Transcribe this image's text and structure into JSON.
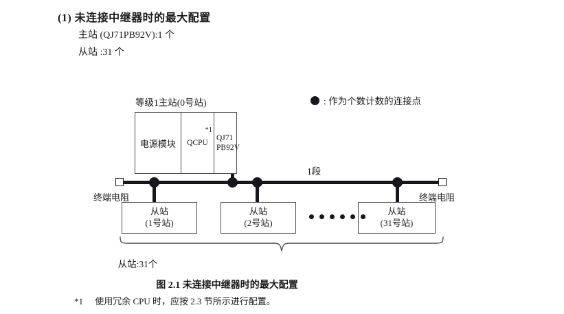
{
  "heading": {
    "title": "(1) 未连接中继器时的最大配置",
    "master_line": "主站 (QJ71PB92V):1 个",
    "slave_line": "从站 :31 个"
  },
  "legend": {
    "symbol": "filled-circle",
    "text": ": 作为个数计数的连接点"
  },
  "diagram": {
    "master": {
      "caption": "等级1主站(0号站)",
      "cells": [
        {
          "label": "电源模块"
        },
        {
          "label": "QCPU",
          "footnote_mark": "*1"
        },
        {
          "label": "QJ71\nPB92V"
        }
      ]
    },
    "bus": {
      "segment_label": "1段",
      "terminator_left_label": "终端电阻",
      "terminator_right_label": "终端电阻",
      "connection_dots": 4
    },
    "slaves": [
      {
        "name": "从站",
        "station": "(1号站)"
      },
      {
        "name": "从站",
        "station": "(2号站)"
      },
      {
        "name": "从站",
        "station": "(31号站)"
      }
    ],
    "ellipsis_count": 6,
    "slave_total": "从站:31个"
  },
  "caption": "图 2.1  未连接中继器时的最大配置",
  "footnote": {
    "mark": "*1",
    "text": "使用冗余 CPU 时，应按 2.3 节所示进行配置。"
  },
  "colors": {
    "ink": "#17161c",
    "box_border": "#4c4c4c",
    "background": "#ffffff"
  }
}
